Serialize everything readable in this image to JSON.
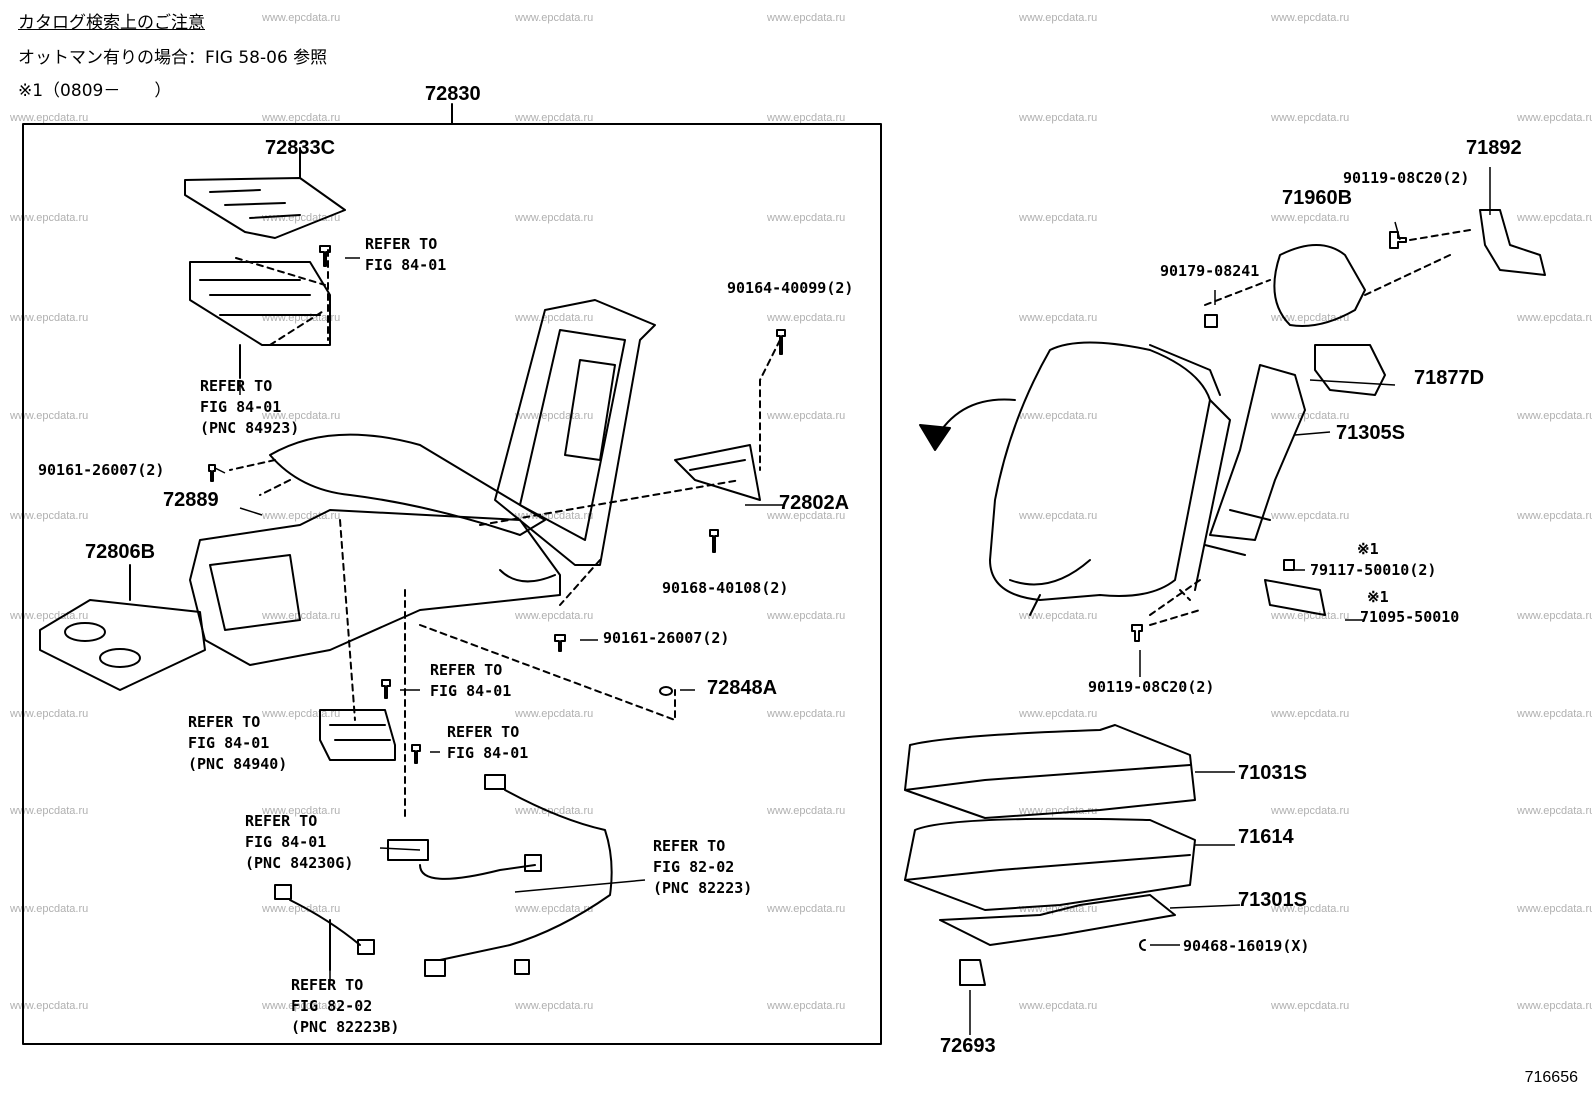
{
  "header": {
    "line1": "カタログ検索上のご注意",
    "line2": "オットマン有りの場合：FIG 58-06 参照",
    "line3": "※1（0809－　　）"
  },
  "watermark": "www.epcdata.ru",
  "diagram_id": "716656",
  "assembly": "72830",
  "parts": {
    "p72833C": "72833C",
    "p72889": "72889",
    "p72806B": "72806B",
    "p90161a": "90161-26007(2)",
    "p90164": "90164-40099(2)",
    "p72802A": "72802A",
    "p90168": "90168-40108(2)",
    "p90161b": "90161-26007(2)",
    "p72848A": "72848A",
    "p71892": "71892",
    "p90119a": "90119-08C20(2)",
    "p71960B": "71960B",
    "p90179": "90179-08241",
    "p71877D": "71877D",
    "p71305S": "71305S",
    "p79117": "79117-50010(2)",
    "p71095": "71095-50010",
    "p90119b": "90119-08C20(2)",
    "p71031S": "71031S",
    "p71614": "71614",
    "p71301S": "71301S",
    "p90468": "90468-16019(X)",
    "p72693": "72693",
    "note1a": "※1",
    "note1b": "※1"
  },
  "refs": {
    "r1": [
      "REFER TO",
      "FIG 84-01"
    ],
    "r2": [
      "REFER TO",
      "FIG 84-01",
      "(PNC 84923)"
    ],
    "r3": [
      "REFER TO",
      "FIG 84-01"
    ],
    "r4": [
      "REFER TO",
      "FIG 84-01",
      "(PNC 84940)"
    ],
    "r5": [
      "REFER TO",
      "FIG 84-01"
    ],
    "r6": [
      "REFER TO",
      "FIG 84-01",
      "(PNC 84230G)"
    ],
    "r7": [
      "REFER TO",
      "FIG 82-02",
      "(PNC 82223)"
    ],
    "r8": [
      "REFER TO",
      "FIG 82-02",
      "(PNC 82223B)"
    ]
  }
}
